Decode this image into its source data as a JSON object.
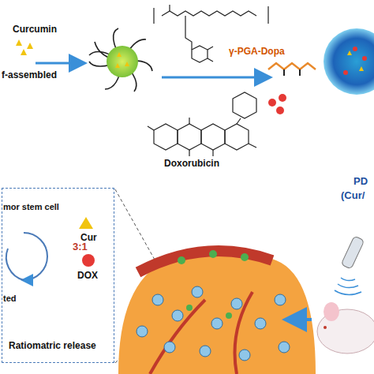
{
  "diagram": {
    "nodes": [
      {
        "text": [
          "Ratiomatric release"
        ]
      }
    ],
    "labels": [
      "Curcumin",
      "f-assembled",
      "γ-PGA-Dopa",
      "Doxorubicin",
      "PD",
      "(Cur/",
      "mor stem cell",
      "Cur",
      "3:1",
      "DOX",
      "ted"
    ]
  }
}
